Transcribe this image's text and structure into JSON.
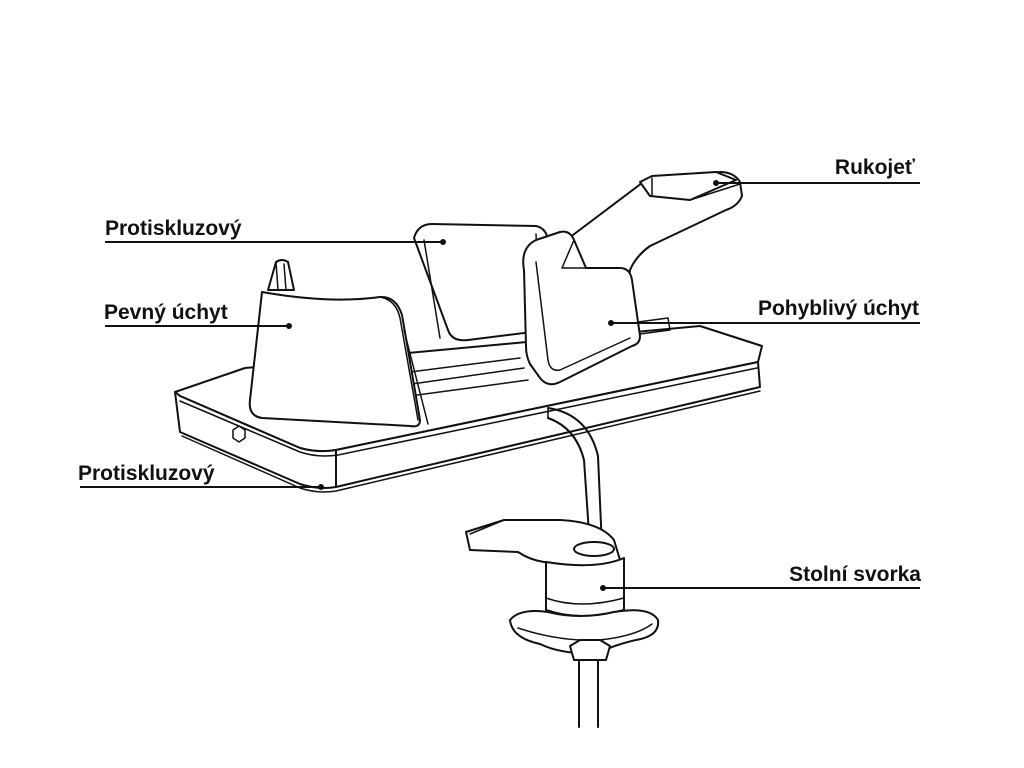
{
  "labels": {
    "handle": "Rukojeť",
    "anti_slip_top": "Protiskluzový",
    "fixed_grip": "Pevný úchyt",
    "movable_grip": "Pohyblivý úchyt",
    "anti_slip_bottom": "Protiskluzový",
    "table_clamp": "Stolní svorka"
  },
  "colors": {
    "line": "#111111",
    "background": "#ffffff"
  }
}
